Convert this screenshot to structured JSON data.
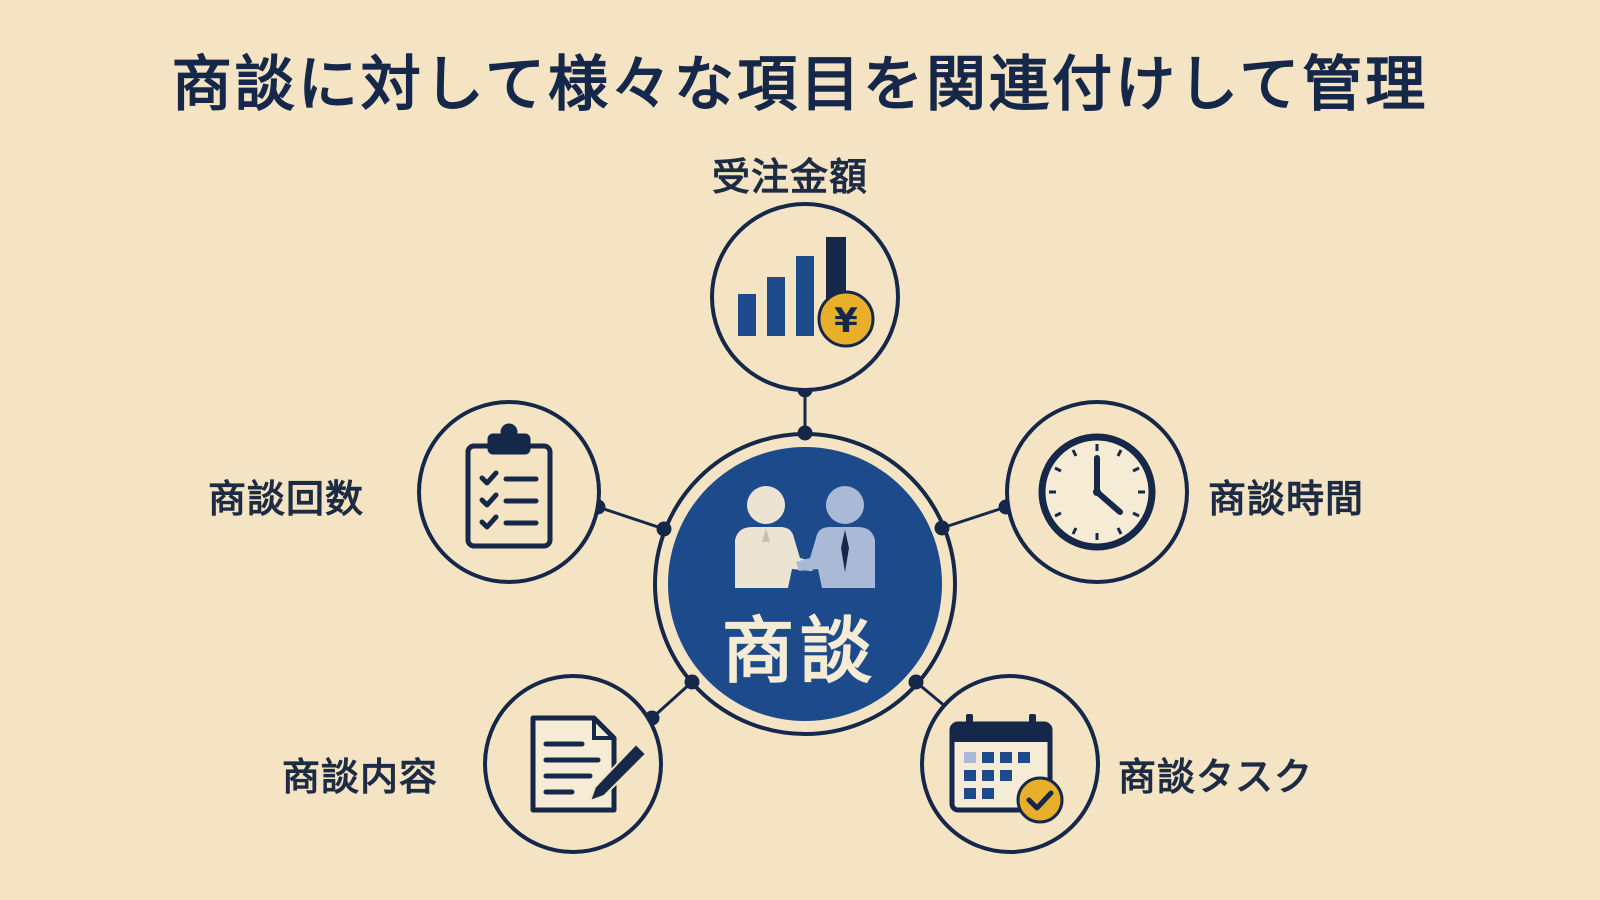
{
  "title": "商談に対して様々な項目を関連付けして管理",
  "center": {
    "label": "商談",
    "icon": "handshake-icon"
  },
  "nodes": [
    {
      "id": "top",
      "label": "受注金額",
      "icon": "chart-yen-icon"
    },
    {
      "id": "left",
      "label": "商談回数",
      "icon": "clipboard-checklist-icon"
    },
    {
      "id": "right",
      "label": "商談時間",
      "icon": "clock-icon"
    },
    {
      "id": "bottom-left",
      "label": "商談内容",
      "icon": "document-pencil-icon"
    },
    {
      "id": "bottom-right",
      "label": "商談タスク",
      "icon": "calendar-check-icon"
    }
  ],
  "colors": {
    "navy": "#1c4a8a",
    "dark": "#15284a",
    "gold": "#e8b02a",
    "background": "#f4e4c3"
  }
}
